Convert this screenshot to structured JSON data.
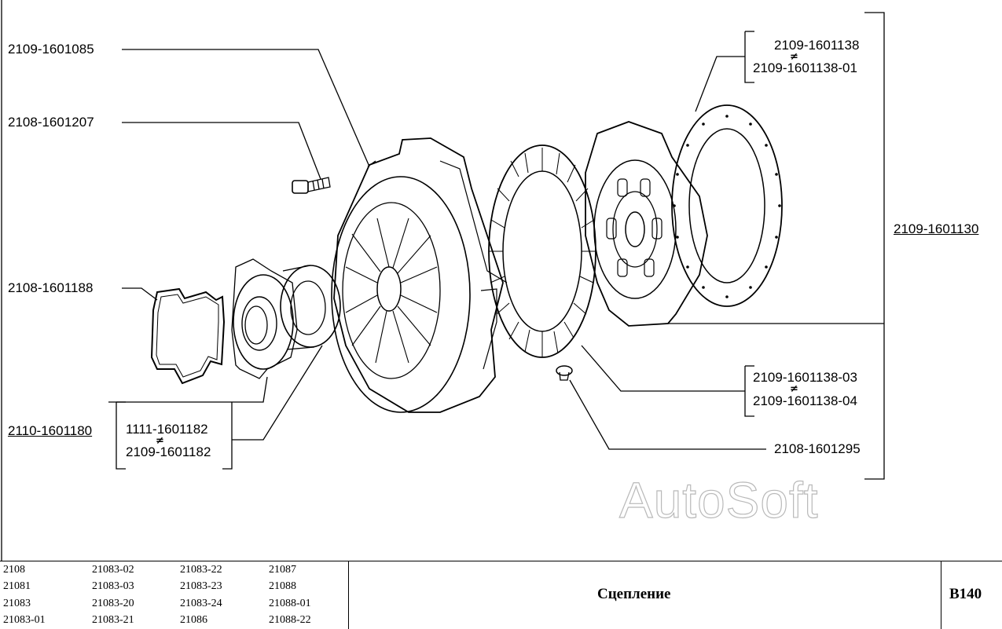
{
  "labels": {
    "pressure_plate": "2109-1601085",
    "bolt": "2108-1601207",
    "spring_clip": "2108-1601188",
    "release_bearing": "2110-1601180",
    "bearing_alt_a": "1111-1601182",
    "bearing_alt_b": "2109-1601182",
    "disc_assembly": "2109-1601130",
    "lining_a": "2109-1601138",
    "lining_b": "2109-1601138-01",
    "disc_c": "2109-1601138-03",
    "disc_d": "2109-1601138-04",
    "rivet": "2108-1601295"
  },
  "not_equal_symbol": "≠",
  "watermark": "AutoSoft",
  "title_block": {
    "models": [
      [
        "2108",
        "21083-02",
        "21083-22",
        "21087"
      ],
      [
        "21081",
        "21083-03",
        "21083-23",
        "21088"
      ],
      [
        "21083",
        "21083-20",
        "21083-24",
        "21088-01"
      ],
      [
        "21083-01",
        "21083-21",
        "21086",
        "21088-22"
      ]
    ],
    "title": "Сцепление",
    "sheet_code": "B140"
  }
}
